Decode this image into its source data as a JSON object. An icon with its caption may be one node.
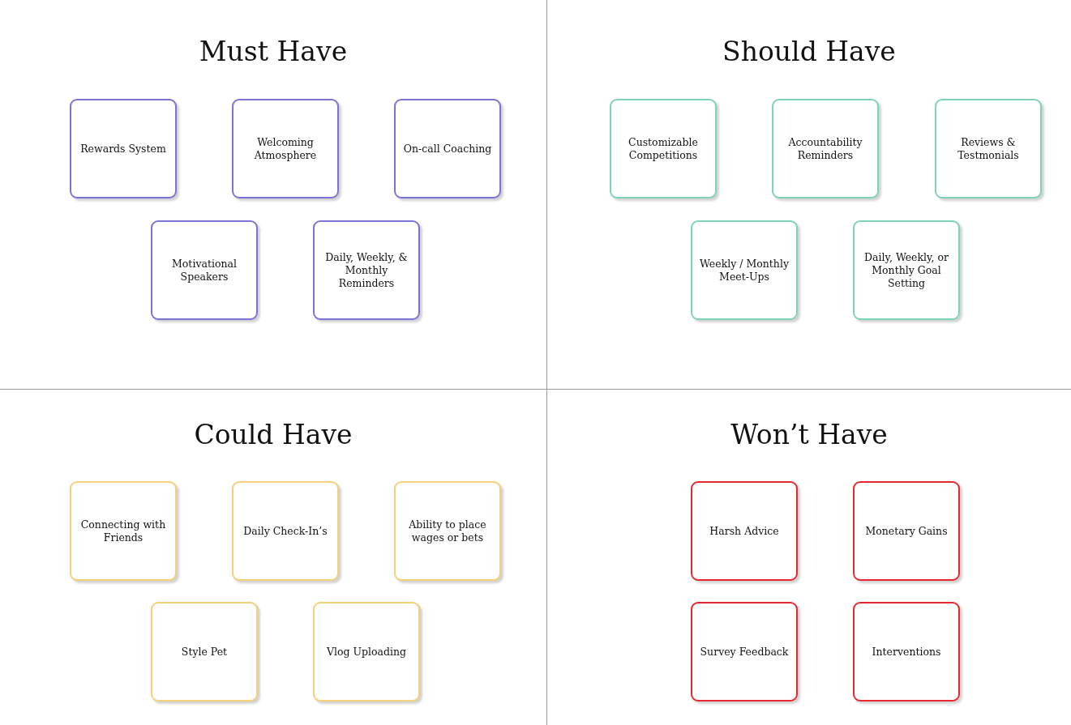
{
  "diagram": {
    "nodes": [
      {
        "text": [
          "Must Have"
        ]
      },
      {
        "text": [
          "Rewards System"
        ],
        "in": 0
      },
      {
        "text": [
          "Welcoming Atmosphere"
        ],
        "in": 0
      },
      {
        "text": [
          "On-call Coaching"
        ],
        "in": 0
      },
      {
        "text": [
          "Motivational Speakers"
        ],
        "in": 0
      },
      {
        "text": [
          "Daily, Weekly, & Monthly Reminders"
        ],
        "in": 0
      },
      {
        "text": [
          "Should Have"
        ]
      },
      {
        "text": [
          "Customizable Competitions"
        ],
        "in": 6
      },
      {
        "text": [
          "Accountability Reminders"
        ],
        "in": 6
      },
      {
        "text": [
          "Reviews & Testmonials"
        ],
        "in": 6
      },
      {
        "text": [
          "Weekly / Monthly Meet-Ups"
        ],
        "in": 6
      },
      {
        "text": [
          "Daily, Weekly, or Monthly Goal Setting"
        ],
        "in": 6
      },
      {
        "text": [
          "Could Have"
        ]
      },
      {
        "text": [
          "Connecting with Friends"
        ],
        "in": 12
      },
      {
        "text": [
          "Daily Check-In’s"
        ],
        "in": 12
      },
      {
        "text": [
          "Ability to place wages or bets"
        ],
        "in": 12
      },
      {
        "text": [
          "Style Pet"
        ],
        "in": 12
      },
      {
        "text": [
          "Vlog Uploading"
        ],
        "in": 12
      },
      {
        "text": [
          "Won’t Have"
        ]
      },
      {
        "text": [
          "Harsh Advice"
        ],
        "in": 18
      },
      {
        "text": [
          "Monetary Gains"
        ],
        "in": 18
      },
      {
        "text": [
          "Survey Feedback"
        ],
        "in": 18
      },
      {
        "text": [
          "Interventions"
        ],
        "in": 18
      }
    ]
  }
}
